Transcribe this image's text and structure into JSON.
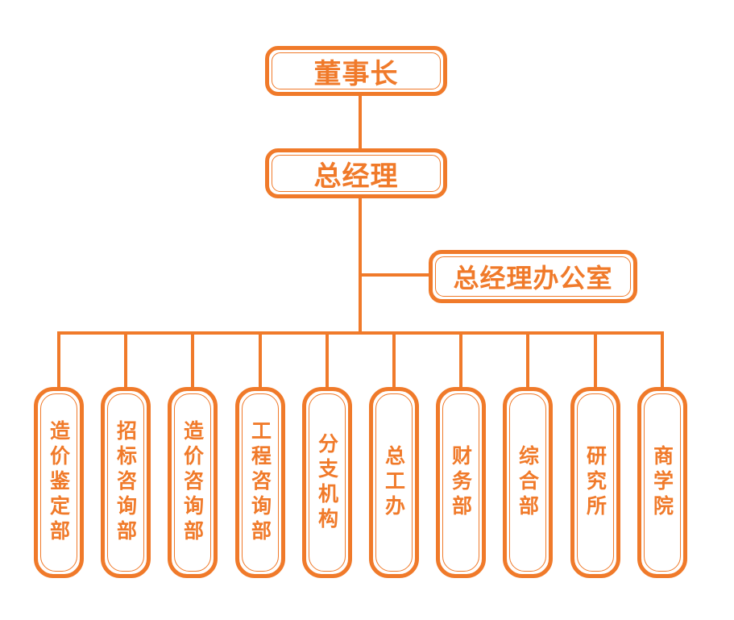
{
  "chart_title": "",
  "accent_color": "#f07a2a",
  "top": {
    "chairman": "董事长",
    "general_manager": "总经理",
    "gm_office": "总经理办公室"
  },
  "departments": [
    "造价鉴定部",
    "招标咨询部",
    "造价咨询部",
    "工程咨询部",
    "分支机构",
    "总工办",
    "财务部",
    "综合部",
    "研究所",
    "商学院"
  ]
}
